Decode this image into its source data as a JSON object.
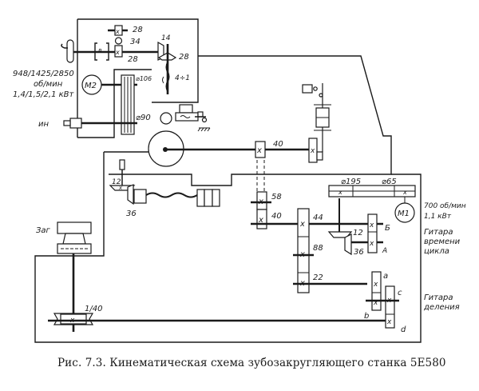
{
  "caption": "Рис. 7.3. Кинематическая схема зубозакругляющего станка 5Е580",
  "motor_m2": {
    "label": "M2",
    "speed": "948/1425/2850",
    "speed_unit": "об/мин",
    "power": "1,4/1,5/2,1 кВт"
  },
  "motor_m1": {
    "label": "M1",
    "speed": "700 об/мин",
    "power": "1,1 кВт"
  },
  "labels": {
    "tool": "ин",
    "workpiece": "Заг",
    "time_guitar_1": "Гитара",
    "time_guitar_2": "времени",
    "time_guitar_3": "цикла",
    "index_guitar_1": "Гитара",
    "index_guitar_2": "деления",
    "worm_ratio": "4÷1",
    "worm_pair": "1/40",
    "pulley_106": "⌀106",
    "pulley_90": "⌀90",
    "pulley_195": "⌀195",
    "pulley_65": "⌀65",
    "clutch": "P"
  },
  "gears": {
    "top_28a": "28",
    "top_34": "34",
    "top_28b": "28",
    "bevel_14": "14",
    "bevel_28": "28",
    "g40_upper": "40",
    "g58": "58",
    "g40_lower": "40",
    "g44": "44",
    "g88": "88",
    "g22": "22",
    "bevel_12_right": "12",
    "bevel_36_right": "36",
    "bevel_12_left": "12",
    "bevel_36_left": "36",
    "guitar_b_time": "Б",
    "guitar_a_time": "А",
    "guitar_a": "a",
    "guitar_b": "b",
    "guitar_c": "c",
    "guitar_d": "d"
  }
}
